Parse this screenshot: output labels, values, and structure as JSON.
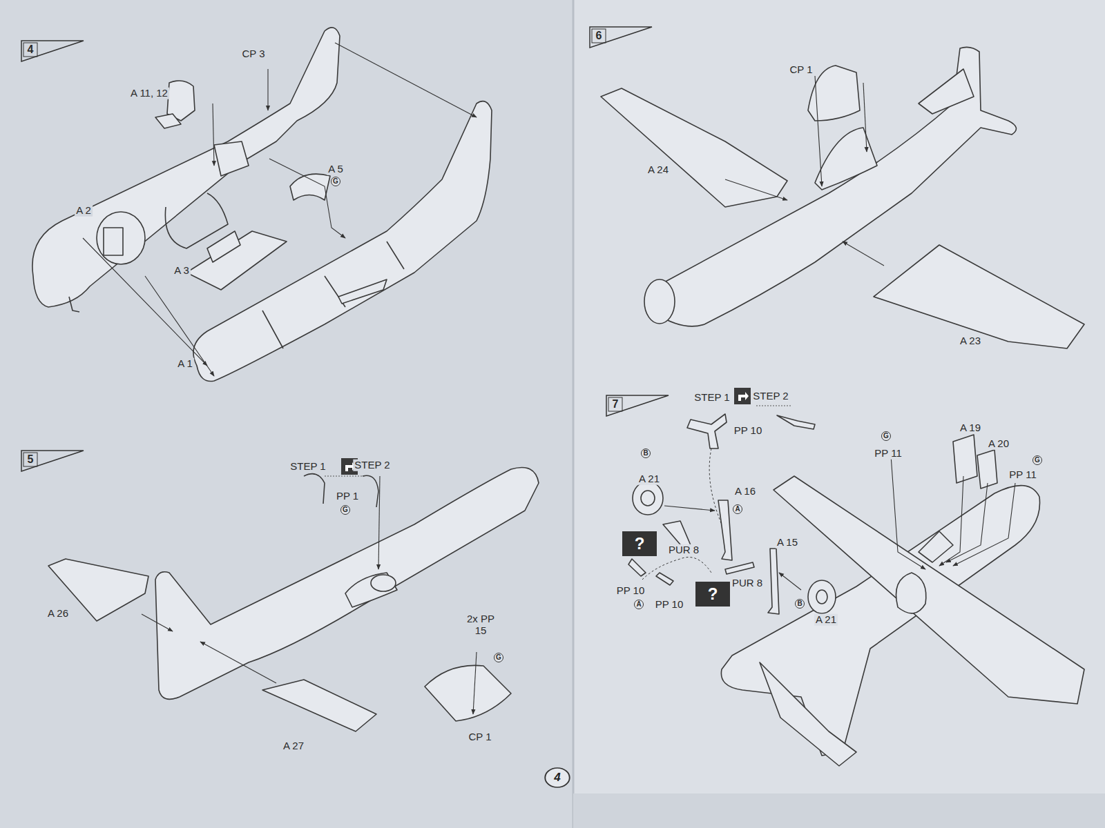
{
  "diagram": {
    "nodes": [
      {
        "text": [
          "4"
        ]
      },
      {
        "text": [
          "5"
        ]
      },
      {
        "text": [
          "6"
        ]
      },
      {
        "text": [
          "7"
        ]
      },
      {
        "text": [
          "?"
        ]
      },
      {
        "text": [
          "?"
        ]
      },
      {
        "text": [
          "4"
        ]
      }
    ],
    "labels": [
      "CP 3",
      "A 11, 12",
      "A 5",
      "G",
      "A 2",
      "A 3",
      "A 1",
      "STEP 1",
      "STEP 2",
      "PP 1",
      "G",
      "A 26",
      "A 27",
      "2x PP 15",
      "G",
      "CP 1",
      "CP 1",
      "A 24",
      "A 23",
      "STEP 1",
      "STEP 2",
      "PP 10",
      "B",
      "A 21",
      "A 16",
      "A",
      "PUR 8",
      "A 15",
      "PP 10",
      "A",
      "PP 10",
      "PUR 8",
      "B",
      "A 21",
      "G",
      "PP 11",
      "A 19",
      "A 20",
      "G",
      "PP 11"
    ]
  }
}
